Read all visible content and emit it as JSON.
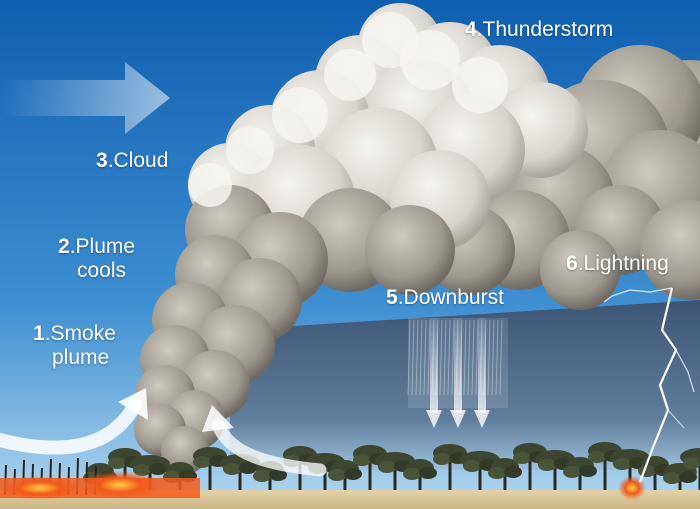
{
  "labels": {
    "smoke_plume": {
      "num": "1",
      "line1": ".Smoke",
      "line2": "plume"
    },
    "plume_cools": {
      "num": "2",
      "line1": ".Plume",
      "line2": "cools"
    },
    "cloud": {
      "num": "3",
      "text": ".Cloud"
    },
    "thunderstorm": {
      "num": "4",
      "text": ".Thunderstorm"
    },
    "downburst": {
      "num": "5",
      "text": ".Downburst"
    },
    "lightning": {
      "num": "6",
      "text": ".Lightning"
    }
  },
  "colors": {
    "sky_top": "#0f5fb0",
    "sky_bottom": "#8fc3e8",
    "cloud": "#e9e6e0",
    "cloud_shadow": "#8f8c86",
    "storm_base": "#465a75",
    "ground": "#d8c69a",
    "fire": "#f25a1a",
    "label": "#ffffff"
  },
  "icons": {
    "wind": "wind-arrow-icon",
    "updraft_left": "updraft-arrow-icon",
    "updraft_right": "inflow-arrow-icon",
    "downburst": "downburst-arrows-icon",
    "lightning": "lightning-bolt-icon",
    "fire": "fire-icon"
  }
}
